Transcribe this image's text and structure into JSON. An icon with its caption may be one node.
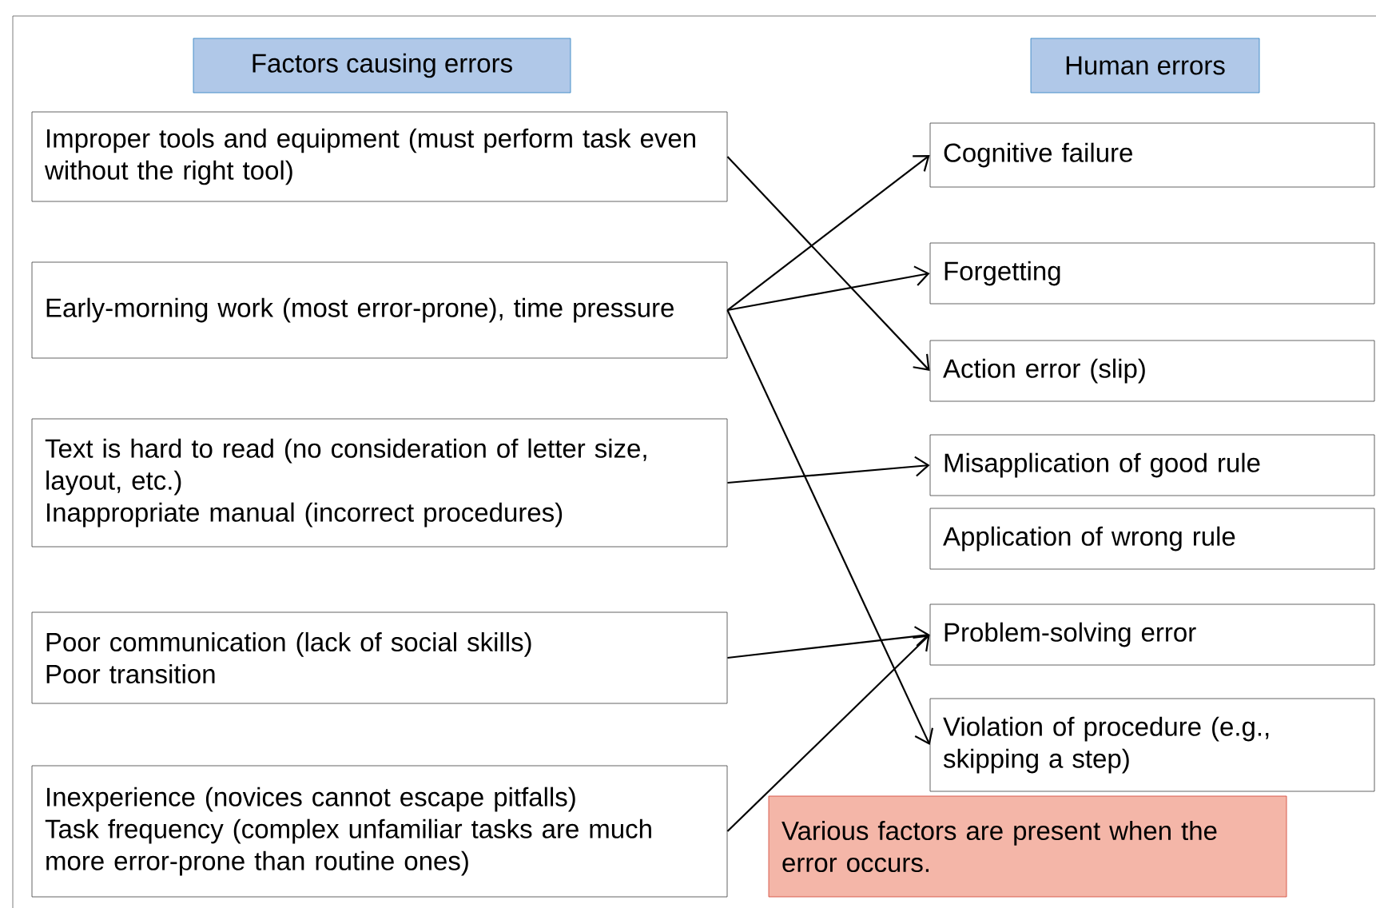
{
  "diagram": {
    "nodes": [
      {
        "text": [
          "Factors causing errors"
        ]
      },
      {
        "text": [
          "Human errors"
        ]
      },
      {
        "text": [
          "Improper tools and equipment (must perform task even without the right tool)"
        ]
      },
      {
        "text": [
          "Early-morning work (most error-prone), time pressure"
        ]
      },
      {
        "text": [
          "Text is hard to read (no consideration of letter size, layout, etc.)",
          "Inappropriate manual (incorrect procedures)"
        ]
      },
      {
        "text": [
          "Poor communication (lack of social skills)",
          "Poor transition"
        ]
      },
      {
        "text": [
          "Inexperience (novices cannot escape pitfalls)",
          "Task frequency (complex unfamiliar tasks are much more error-prone than routine ones)"
        ]
      },
      {
        "text": [
          "Cognitive failure"
        ]
      },
      {
        "text": [
          "Forgetting"
        ]
      },
      {
        "text": [
          "Action error (slip)"
        ]
      },
      {
        "text": [
          "Misapplication of good rule"
        ]
      },
      {
        "text": [
          "Application of wrong rule"
        ]
      },
      {
        "text": [
          "Problem-solving error"
        ]
      },
      {
        "text": [
          "Violation of procedure (e.g., skipping a step)"
        ]
      },
      {
        "text": [
          "Various factors are present when the error occurs."
        ]
      }
    ],
    "edges": [
      {
        "from": 2,
        "to": 9,
        "arrow": "to"
      },
      {
        "from": 3,
        "to": 7,
        "arrow": "to"
      },
      {
        "from": 3,
        "to": 8,
        "arrow": "to"
      },
      {
        "from": 3,
        "to": 13,
        "arrow": "to"
      },
      {
        "from": 4,
        "to": 10,
        "arrow": "to"
      },
      {
        "from": 5,
        "to": 12,
        "arrow": "to"
      },
      {
        "from": 6,
        "to": 12,
        "arrow": "to"
      }
    ]
  }
}
